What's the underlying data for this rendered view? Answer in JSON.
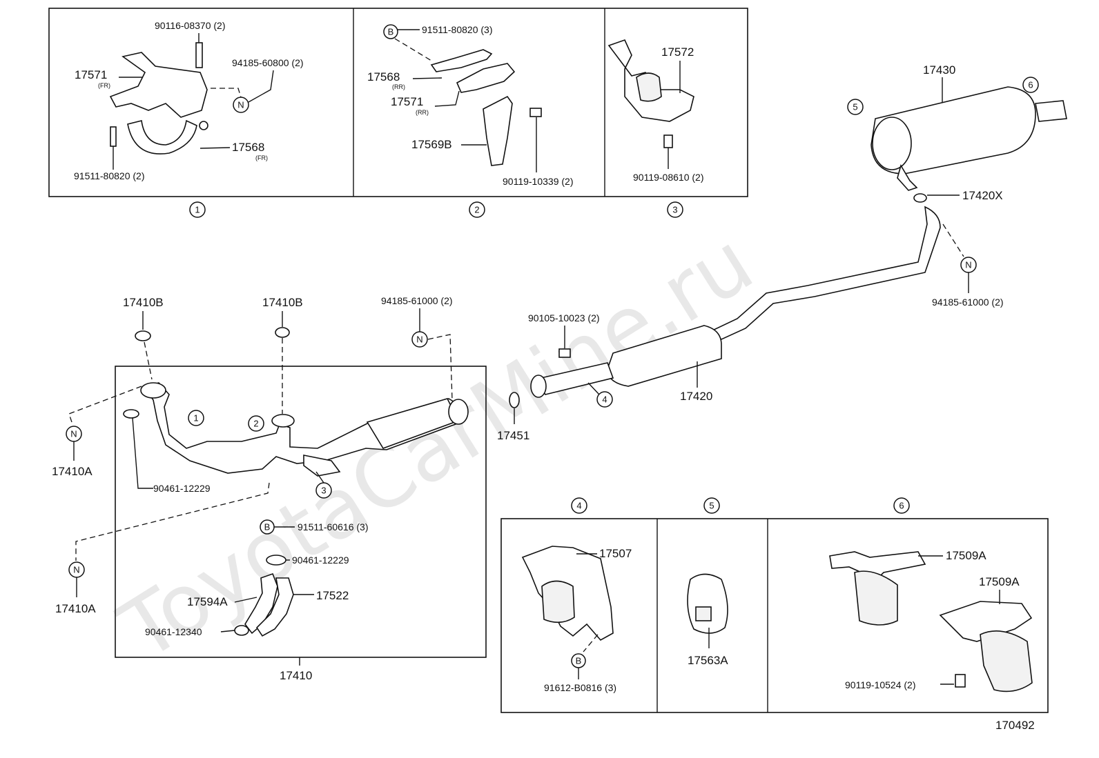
{
  "watermark": "ToyotaCarMine.ru",
  "figure_id": "170492",
  "detail_1": {
    "marker": "1",
    "bolt": "90116-08370 (2)",
    "nut": "94185-60800 (2)",
    "bracket_fr": "17571",
    "bracket_fr_sub": "(FR)",
    "support_fr": "17568",
    "support_fr_sub": "(FR)",
    "bolt2": "91511-80820 (2)",
    "nut_symbol": "N"
  },
  "detail_2": {
    "marker": "2",
    "bolt": "91511-80820 (3)",
    "bolt_symbol": "B",
    "support_rr": "17568",
    "support_rr_sub": "(RR)",
    "bracket_rr": "17571",
    "bracket_rr_sub": "(RR)",
    "stay": "17569B",
    "bolt2": "90119-10339 (2)"
  },
  "detail_3": {
    "marker": "3",
    "bracket": "17572",
    "bolt": "90119-08610 (2)"
  },
  "main": {
    "gasket_left": "17410B",
    "gasket_mid": "17410B",
    "nut_top": "94185-61000 (2)",
    "nut_symbol": "N",
    "gasket_a1": "17410A",
    "gasket_a2": "17410A",
    "clamp": "90461-12229",
    "callout_1": "1",
    "callout_2": "2",
    "callout_3": "3",
    "bolt_b": "91511-60616 (3)",
    "bolt_b_symbol": "B",
    "clamp2": "90461-12229",
    "hose_a": "17594A",
    "hose": "17522",
    "clamp3": "90461-12340",
    "assembly": "17410",
    "gasket_17451": "17451",
    "bolt_mid": "90105-10023 (2)",
    "callout_4": "4",
    "center_pipe": "17420",
    "gasket_x": "17420X",
    "nut_right": "94185-61000 (2)",
    "muffler": "17430",
    "callout_5": "5",
    "callout_6": "6"
  },
  "detail_4": {
    "marker": "4",
    "bracket": "17507",
    "bolt": "91612-B0816 (3)",
    "bolt_symbol": "B"
  },
  "detail_5": {
    "marker": "5",
    "cushion": "17563A"
  },
  "detail_6": {
    "marker": "6",
    "bracket1": "17509A",
    "bracket2": "17509A",
    "bolt": "90119-10524 (2)"
  }
}
